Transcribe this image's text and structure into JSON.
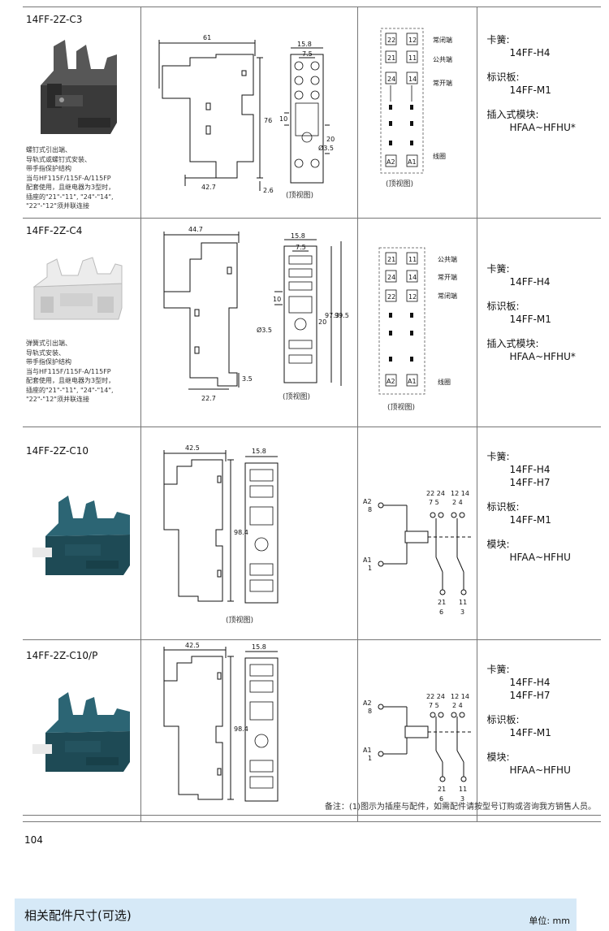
{
  "rows": [
    {
      "model": "14FF-2Z-C3",
      "desc": [
        "螺钉式引出端、",
        "导轨式或螺钉式安装、",
        "带手指保护结构",
        "当与HF115F/115F-A/115FP",
        "配套使用，且继电器为3型时，",
        "插座的\"21\"-\"11\", \"24\"-\"14\",",
        "\"22\"-\"12\"须并联连接"
      ],
      "dims": {
        "width": "61",
        "height": "76",
        "bottom": "42.7",
        "foot": "2.6",
        "top_w": "15.8",
        "top_pitch": "7.5",
        "d1": "10",
        "d2": "20",
        "hole": "Ø3.5"
      },
      "top_view_caption": "(顶视图)",
      "wiring_caption": "(顶视图)",
      "terminals": {
        "r1": [
          "22",
          "12"
        ],
        "r2": [
          "21",
          "11"
        ],
        "r3": [
          "24",
          "14"
        ],
        "coil": [
          "A2",
          "A1"
        ]
      },
      "labels": {
        "r1": "常闭端",
        "r2": "公共端",
        "r3": "常开端",
        "coil": "线圈"
      },
      "accessories": [
        {
          "label": "卡簧:",
          "values": [
            "14FF-H4"
          ]
        },
        {
          "label": "标识板:",
          "values": [
            "14FF-M1"
          ]
        },
        {
          "label": "插入式模块:",
          "values": [
            "HFAA~HFHU*"
          ]
        }
      ]
    },
    {
      "model": "14FF-2Z-C4",
      "desc": [
        "弹簧式引出端、",
        "导轨式安装、",
        "带手指保护结构",
        "当与HF115F/115F-A/115FP",
        "配套使用，且继电器为3型时，",
        "插座的\"21\"-\"11\", \"24\"-\"14\",",
        "\"22\"-\"12\"须并联连接"
      ],
      "dims": {
        "width": "44.7",
        "bottom": "22.7",
        "foot": "3.5",
        "top_w": "15.8",
        "top_pitch": "7.5",
        "d1": "10",
        "d2": "20",
        "h1": "97.3",
        "h2": "99.5",
        "hole": "Ø3.5"
      },
      "top_view_caption": "(顶视图)",
      "wiring_caption": "(顶视图)",
      "terminals": {
        "r1": [
          "21",
          "11"
        ],
        "r2": [
          "24",
          "14"
        ],
        "r3": [
          "22",
          "12"
        ],
        "coil": [
          "A2",
          "A1"
        ]
      },
      "labels": {
        "r1": "公共端",
        "r2": "常开端",
        "r3": "常闭端",
        "coil": "线圈"
      },
      "accessories": [
        {
          "label": "卡簧:",
          "values": [
            "14FF-H4"
          ]
        },
        {
          "label": "标识板:",
          "values": [
            "14FF-M1"
          ]
        },
        {
          "label": "插入式模块:",
          "values": [
            "HFAA~HFHU*"
          ]
        }
      ]
    },
    {
      "model": "14FF-2Z-C10",
      "dims": {
        "width": "42.5",
        "height": "98.4",
        "top_w": "15.8"
      },
      "top_view_caption": "(顶视图)",
      "schematic": {
        "top_nums": [
          "22 24",
          "12 14"
        ],
        "top_pins": [
          "7  5",
          "2  4"
        ],
        "a2": "A2",
        "a2pin": "8",
        "a1": "A1",
        "a1pin": "1",
        "b1": "21",
        "b1pin": "6",
        "b2": "11",
        "b2pin": "3"
      },
      "accessories": [
        {
          "label": "卡簧:",
          "values": [
            "14FF-H4",
            "14FF-H7"
          ]
        },
        {
          "label": "标识板:",
          "values": [
            "14FF-M1"
          ]
        },
        {
          "label": "模块:",
          "values": [
            "HFAA~HFHU"
          ]
        }
      ]
    },
    {
      "model": "14FF-2Z-C10/P",
      "dims": {
        "width": "42.5",
        "height": "98.4",
        "top_w": "15.8"
      },
      "schematic": {
        "top_nums": [
          "22 24",
          "12 14"
        ],
        "top_pins": [
          "7  5",
          "2  4"
        ],
        "a2": "A2",
        "a2pin": "8",
        "a1": "A1",
        "a1pin": "1",
        "b1": "21",
        "b1pin": "6",
        "b2": "11",
        "b2pin": "3"
      },
      "accessories": [
        {
          "label": "卡簧:",
          "values": [
            "14FF-H4",
            "14FF-H7"
          ]
        },
        {
          "label": "标识板:",
          "values": [
            "14FF-M1"
          ]
        },
        {
          "label": "模块:",
          "values": [
            "HFAA~HFHU"
          ]
        }
      ]
    }
  ],
  "note": "备注：(1)图示为插座与配件，如需配件请按型号订购或咨询我方销售人员。",
  "page_number": "104",
  "section": {
    "title": "相关配件尺寸(可选)",
    "unit": "单位: mm"
  }
}
